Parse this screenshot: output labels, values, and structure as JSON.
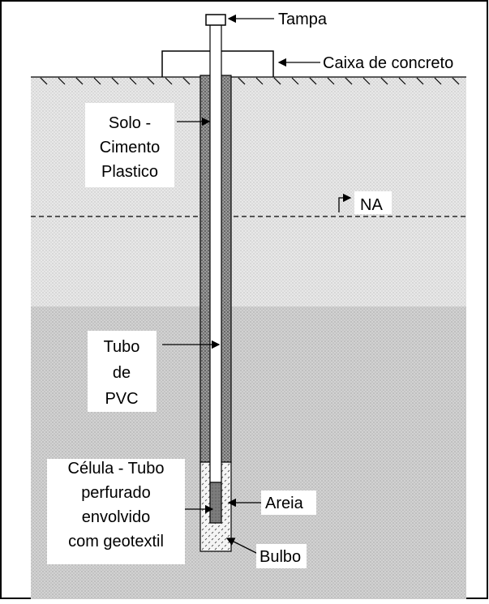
{
  "diagram": {
    "labels": {
      "tampa": "Tampa",
      "caixa": "Caixa de concreto",
      "na": "NA",
      "solo_cimento": [
        "Solo -",
        "Cimento",
        "Plastico"
      ],
      "tubo_pvc": [
        "Tubo",
        "de",
        "PVC"
      ],
      "celula": [
        "Célula - Tubo",
        "perfurado",
        "envolvido",
        "com geotextil"
      ],
      "areia": "Areia",
      "bulbo": "Bulbo"
    },
    "colors": {
      "upper_soil": "#e6e6e6",
      "lower_soil": "#cfcfcf",
      "grout": "#8a8a8a",
      "tube": "#ffffff",
      "perforated_cell": "#7a7a7a",
      "sand_bulb": "#f2f2f2",
      "outline": "#000000"
    }
  }
}
